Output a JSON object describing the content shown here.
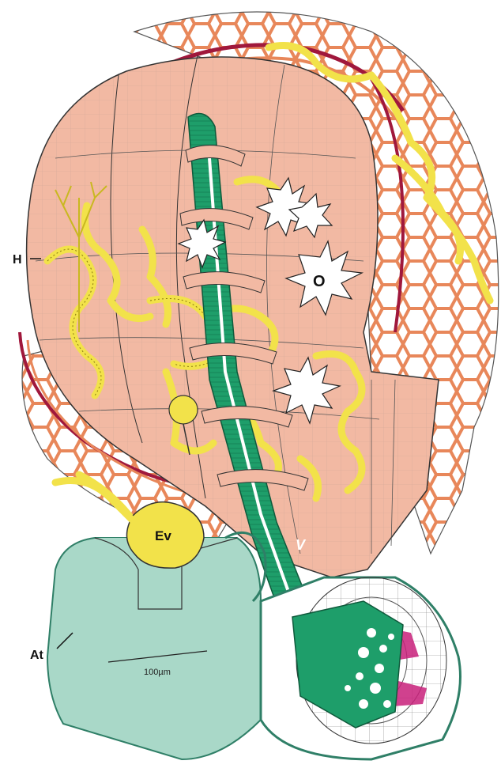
{
  "figure": {
    "labels": {
      "H": "H",
      "O": "O",
      "V": "V",
      "Ev": "Ev",
      "At": "At"
    },
    "scale_bar": "100µm"
  },
  "colors": {
    "tissue_pink": "#f2b9a3",
    "tissue_pink_dark": "#e89c82",
    "net_orange": "#e8875a",
    "vessel_yellow": "#f2e24a",
    "vessel_green": "#1e9e6a",
    "artery_teal": "#a9d8c8",
    "artery_teal_dark": "#2f7f67",
    "magenta": "#c8207a",
    "membrane_red": "#a0183c"
  }
}
